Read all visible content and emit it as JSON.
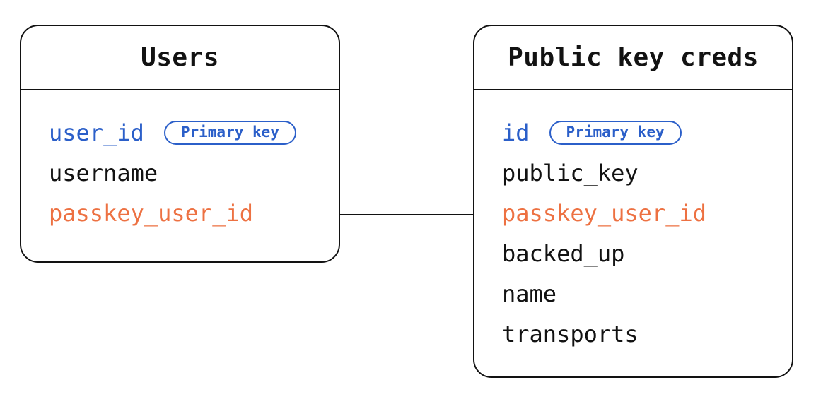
{
  "diagram": {
    "type": "entity-relationship",
    "colors": {
      "primary_key_blue": "#2b5fc9",
      "foreign_key_orange": "#ed7142",
      "ink": "#121212",
      "background": "#ffffff"
    },
    "tables": [
      {
        "name": "Users",
        "fields": [
          {
            "name": "user_id",
            "badge": "Primary key",
            "color": "#2b5fc9"
          },
          {
            "name": "username",
            "color": "#121212"
          },
          {
            "name": "passkey_user_id",
            "color": "#ed7142"
          }
        ]
      },
      {
        "name": "Public key creds",
        "fields": [
          {
            "name": "id",
            "badge": "Primary key",
            "color": "#2b5fc9"
          },
          {
            "name": "public_key",
            "color": "#121212"
          },
          {
            "name": "passkey_user_id",
            "color": "#ed7142"
          },
          {
            "name": "backed_up",
            "color": "#121212"
          },
          {
            "name": "name",
            "color": "#121212"
          },
          {
            "name": "transports",
            "color": "#121212"
          }
        ]
      }
    ],
    "relationship": {
      "from_table": "Users",
      "from_field": "passkey_user_id",
      "to_table": "Public key creds",
      "to_field": "passkey_user_id",
      "style": "straight-horizontal-line"
    }
  }
}
